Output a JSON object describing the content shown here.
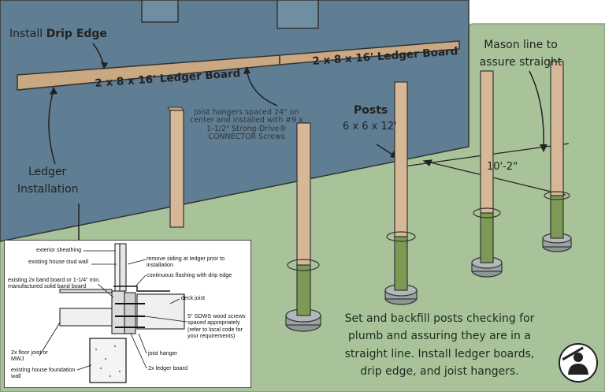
{
  "labels": {
    "drip_edge_prefix": "Install ",
    "drip_edge_bold": "Drip Edge",
    "ledger_board_left": "2 x 8 x 16' Ledger Board",
    "ledger_board_right": "2 x 8 x 16' Ledger Board",
    "joist_hangers_note": "Joist hangers spaced 24\" on center and installed with #9 x 1-1/2\" Strong-Drive® CONNECTOR Screws",
    "ledger_installation_line1": "Ledger",
    "ledger_installation_line2": "Installation",
    "posts_title": "Posts",
    "posts_size": "6 x 6 x 12'",
    "mason_line": "Mason line to assure straight",
    "spacing": "10'-2\"",
    "instructions": "Set and backfill posts checking for plumb and assuring they are in a straight line. Install ledger boards, drip edge, and joist hangers."
  },
  "inset": {
    "exterior_sheathing": "exterior sheathing",
    "existing_house_stud_wall": "existing house stud wall",
    "existing_band_board": "existing 2x band board or 1-1/4\" min. manufactured solid band board",
    "floor_joist": "2x floor joist or MWJ",
    "foundation_wall": "existing house foundation wall",
    "remove_siding": "remove siding at ledger prior to installation",
    "continuous_flashing": "continuous flashing with drip edge",
    "deck_joist": "deck joist",
    "sdws_screws": "5\" SDWS wood screws spaced appropriately (refer to local code for your requirements)",
    "joist_hanger": "joist hanger",
    "ledger_board": "2x ledger board"
  },
  "colors": {
    "wall": "#5f7e93",
    "ground": "#a8c39a",
    "ledger": "#c9a882",
    "post": "#d6b796",
    "post_buried": "#7d9a55",
    "footing": "#9aa3a2",
    "ink": "#222222"
  },
  "icons": [
    "carpenter-logo-icon"
  ]
}
